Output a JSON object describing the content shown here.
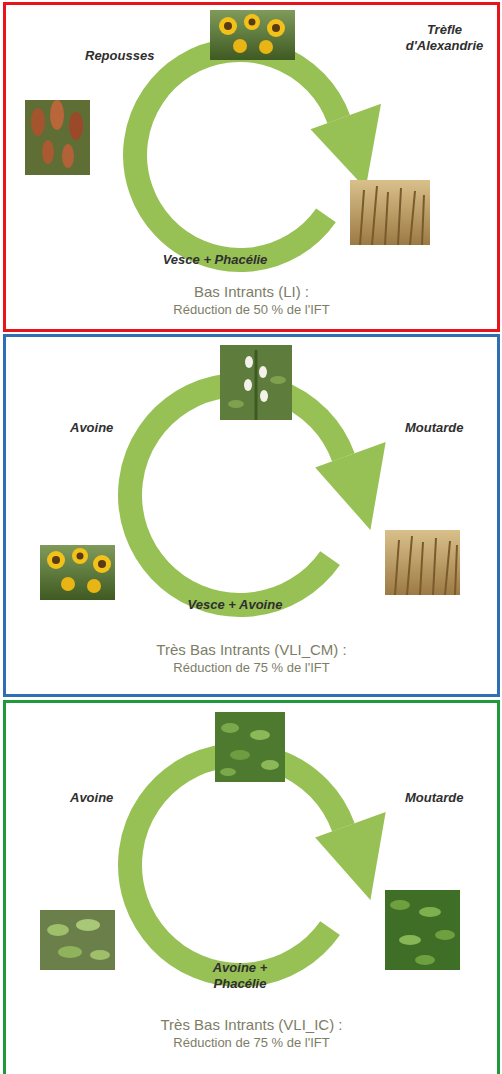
{
  "diagram": {
    "nodes": [
      {
        "text": [
          "Bas Intrants (LI) :",
          "Réduction de 50 % de l'IFT"
        ]
      },
      {
        "text": [
          "Très Bas Intrants (VLI_CM) :",
          "Réduction de 75 % de l'IFT"
        ]
      },
      {
        "text": [
          "Très Bas Intrants (VLI_IC) :",
          "Réduction de 75 % de l'IFT"
        ]
      }
    ],
    "labels": [
      "Repousses",
      "Trèfle d'Alexandrie",
      "Vesce + Phacélie",
      "Avoine",
      "Moutarde",
      "Vesce + Avoine",
      "Avoine",
      "Moutarde",
      "Avoine + Phacélie"
    ]
  }
}
